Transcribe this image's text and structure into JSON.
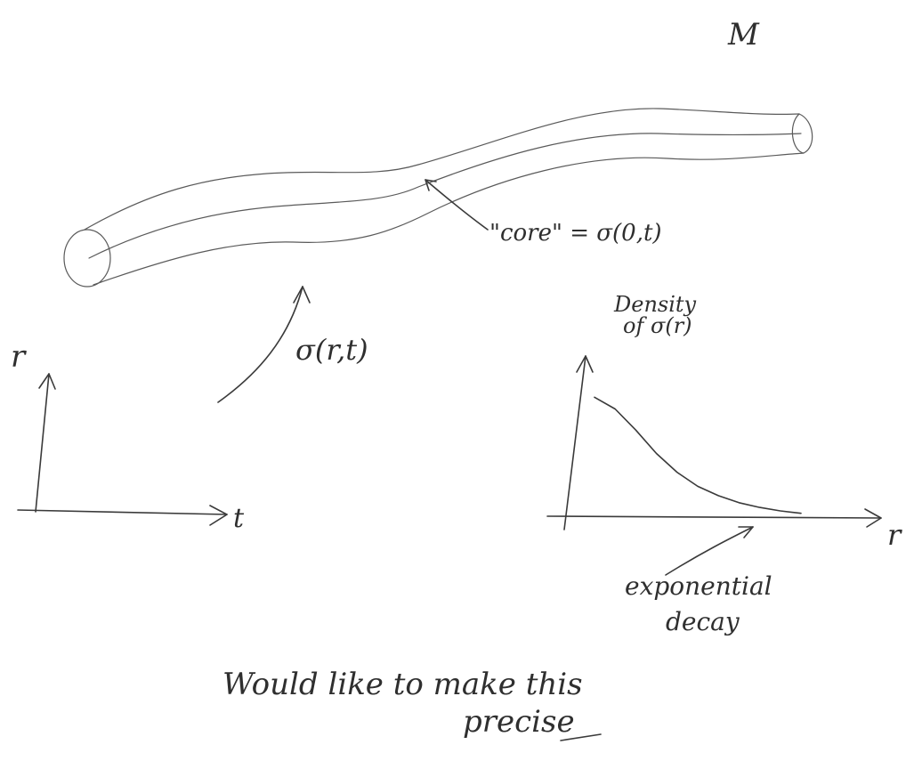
{
  "labels": {
    "manifold": "M",
    "core": "\"core\" = σ(0,t)",
    "sigma": "σ(r,t)",
    "r_axis": "r",
    "t_axis": "t",
    "density_line1": "Density",
    "density_line2": "of σ(r)",
    "r_axis_right": "r",
    "decay_line1": "exponential",
    "decay_line2": "decay",
    "note_line1": "Would like to make this",
    "note_line2": "precise"
  },
  "chart_data": {
    "type": "line",
    "title": "",
    "xlabel": "r",
    "ylabel": "Density of σ(r)",
    "annotations": [
      "exponential decay"
    ],
    "series": [
      {
        "x": [
          0,
          0.5,
          1,
          1.5,
          2,
          2.5,
          3,
          3.5,
          4,
          4.5,
          5
        ],
        "y": [
          1.0,
          0.9,
          0.72,
          0.52,
          0.36,
          0.24,
          0.16,
          0.1,
          0.06,
          0.03,
          0.01
        ]
      }
    ],
    "xlim": [
      0,
      5
    ],
    "ylim": [
      0,
      1.2
    ],
    "grid": false,
    "colors": {
      "ink": "#3a3a3a",
      "paper": "#ffffff"
    }
  }
}
